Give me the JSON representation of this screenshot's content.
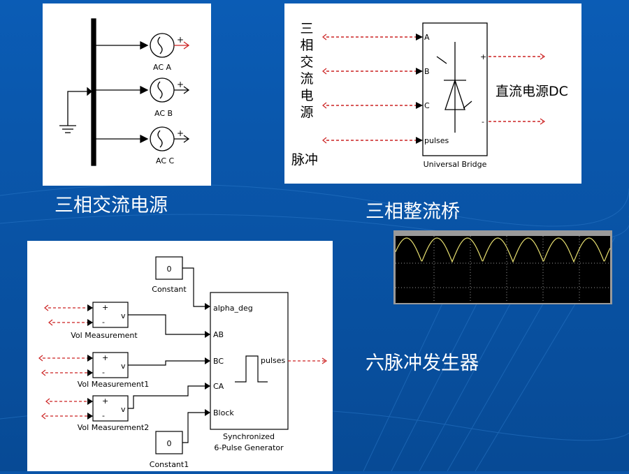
{
  "slide": {
    "caption_ac_source": "三相交流电源",
    "caption_bridge": "三相整流桥",
    "caption_pulse_gen": "六脉冲发生器"
  },
  "ac_source_diagram": {
    "labels": [
      "AC A",
      "AC B",
      "AC C"
    ],
    "plus": "+"
  },
  "bridge_diagram": {
    "source_label_chars": [
      "三",
      "相",
      "交",
      "流",
      "电",
      "源"
    ],
    "pulse_label": "脉冲",
    "ports_in": [
      "A",
      "B",
      "C",
      "pulses"
    ],
    "ports_out": [
      "+",
      "-"
    ],
    "block_name": "Universal Bridge",
    "output_label": "直流电源DC"
  },
  "pulse_diagram": {
    "constants": [
      {
        "value": "0",
        "name": "Constant"
      },
      {
        "value": "0",
        "name": "Constant1"
      }
    ],
    "measurements": [
      {
        "name": "Vol Measurement",
        "plus": "+",
        "minus": "-",
        "out": "v"
      },
      {
        "name": "Vol Measurement1",
        "plus": "+",
        "minus": "-",
        "out": "v"
      },
      {
        "name": "Vol Measurement2",
        "plus": "+",
        "minus": "-",
        "out": "v"
      }
    ],
    "gen_inputs": [
      "alpha_deg",
      "AB",
      "BC",
      "CA",
      "Block"
    ],
    "gen_output": "pulses",
    "gen_name_line1": "Synchronized",
    "gen_name_line2": "6-Pulse Generator"
  },
  "scope": {
    "trace_color": "#e8e070",
    "background": "#000000",
    "grid_color": "#9a9a9a"
  },
  "colors": {
    "background": "#0a55a8",
    "signal_red": "#cc2222"
  }
}
